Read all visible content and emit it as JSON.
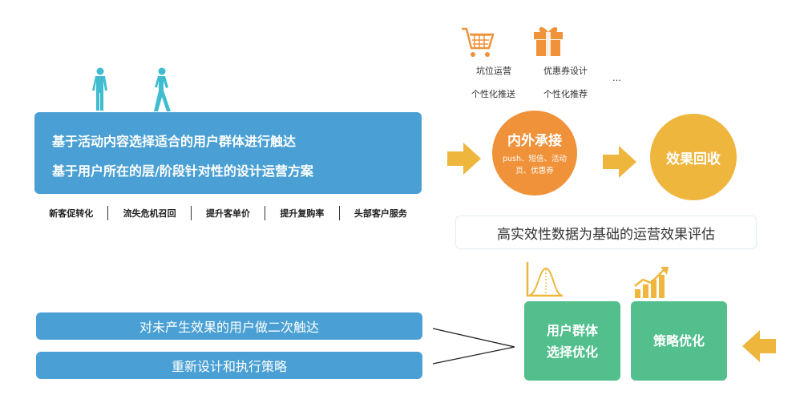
{
  "main_box": {
    "line1": "基于活动内容选择适合的用户群体进行触达",
    "line2": "基于用户所在的层/阶段针对性的设计运营方案"
  },
  "tags": [
    "新客促转化",
    "流失危机召回",
    "提升客单价",
    "提升复购率",
    "头部客户服务"
  ],
  "channels": {
    "cart_label": "坑位运营",
    "gift_label": "优惠券设计",
    "push_label": "个性化推送",
    "recommend_label": "个性化推荐",
    "more_label": "…"
  },
  "circle_1": {
    "title": "内外承接",
    "subtitle": "push、短信、活动页、优惠券"
  },
  "circle_2": {
    "title": "效果回收"
  },
  "evaluation": "高实效性数据为基础的运营效果评估",
  "green_1": {
    "line1": "用户群体",
    "line2": "选择优化"
  },
  "green_2": {
    "label": "策略优化"
  },
  "bars": {
    "bar1": "对未产生效果的用户做二次触达",
    "bar2": "重新设计和执行策略"
  },
  "colors": {
    "blue": "#4aa0d4",
    "orange": "#f0923a",
    "yellow": "#efb63e",
    "green": "#52bf8d",
    "figure": "#3fbcd0"
  },
  "icons": [
    "standing-person-icon",
    "walking-person-icon",
    "shopping-cart-icon",
    "gift-icon",
    "bell-curve-icon",
    "bar-growth-icon",
    "arrow-right-icon",
    "arrow-left-icon"
  ]
}
